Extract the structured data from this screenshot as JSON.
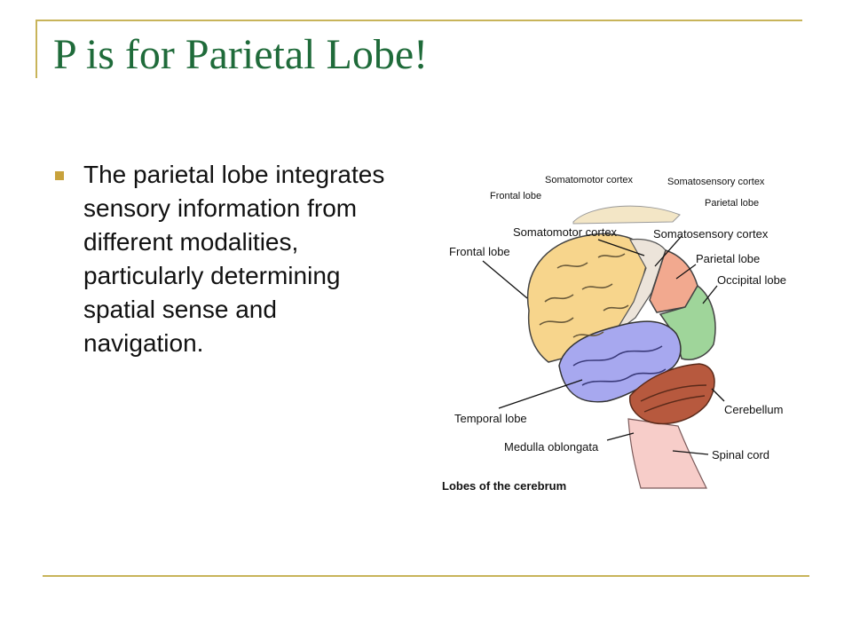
{
  "slide": {
    "title": "P is for Parietal Lobe!",
    "bullets": [
      "The parietal lobe integrates sensory information from different modalities, particularly determining spatial sense and navigation."
    ]
  },
  "figure": {
    "caption": "Lobes of the cerebrum",
    "labels": {
      "somatomotor_cortex": "Somatomotor cortex",
      "somatosensory_cortex": "Somatosensory cortex",
      "frontal_lobe": "Frontal lobe",
      "parietal_lobe": "Parietal lobe",
      "occipital_lobe": "Occipital lobe",
      "temporal_lobe": "Temporal lobe",
      "cerebellum": "Cerebellum",
      "medulla_oblongata": "Medulla oblongata",
      "spinal_cord": "Spinal cord"
    },
    "colors": {
      "frontal": "#f7d58c",
      "parietal": "#f2a98f",
      "occipital": "#9fd59a",
      "temporal": "#a7a8ef",
      "cerebellum": "#b7593e",
      "brainstem": "#f7cdc9",
      "motor_strip": "#ece4da"
    }
  }
}
